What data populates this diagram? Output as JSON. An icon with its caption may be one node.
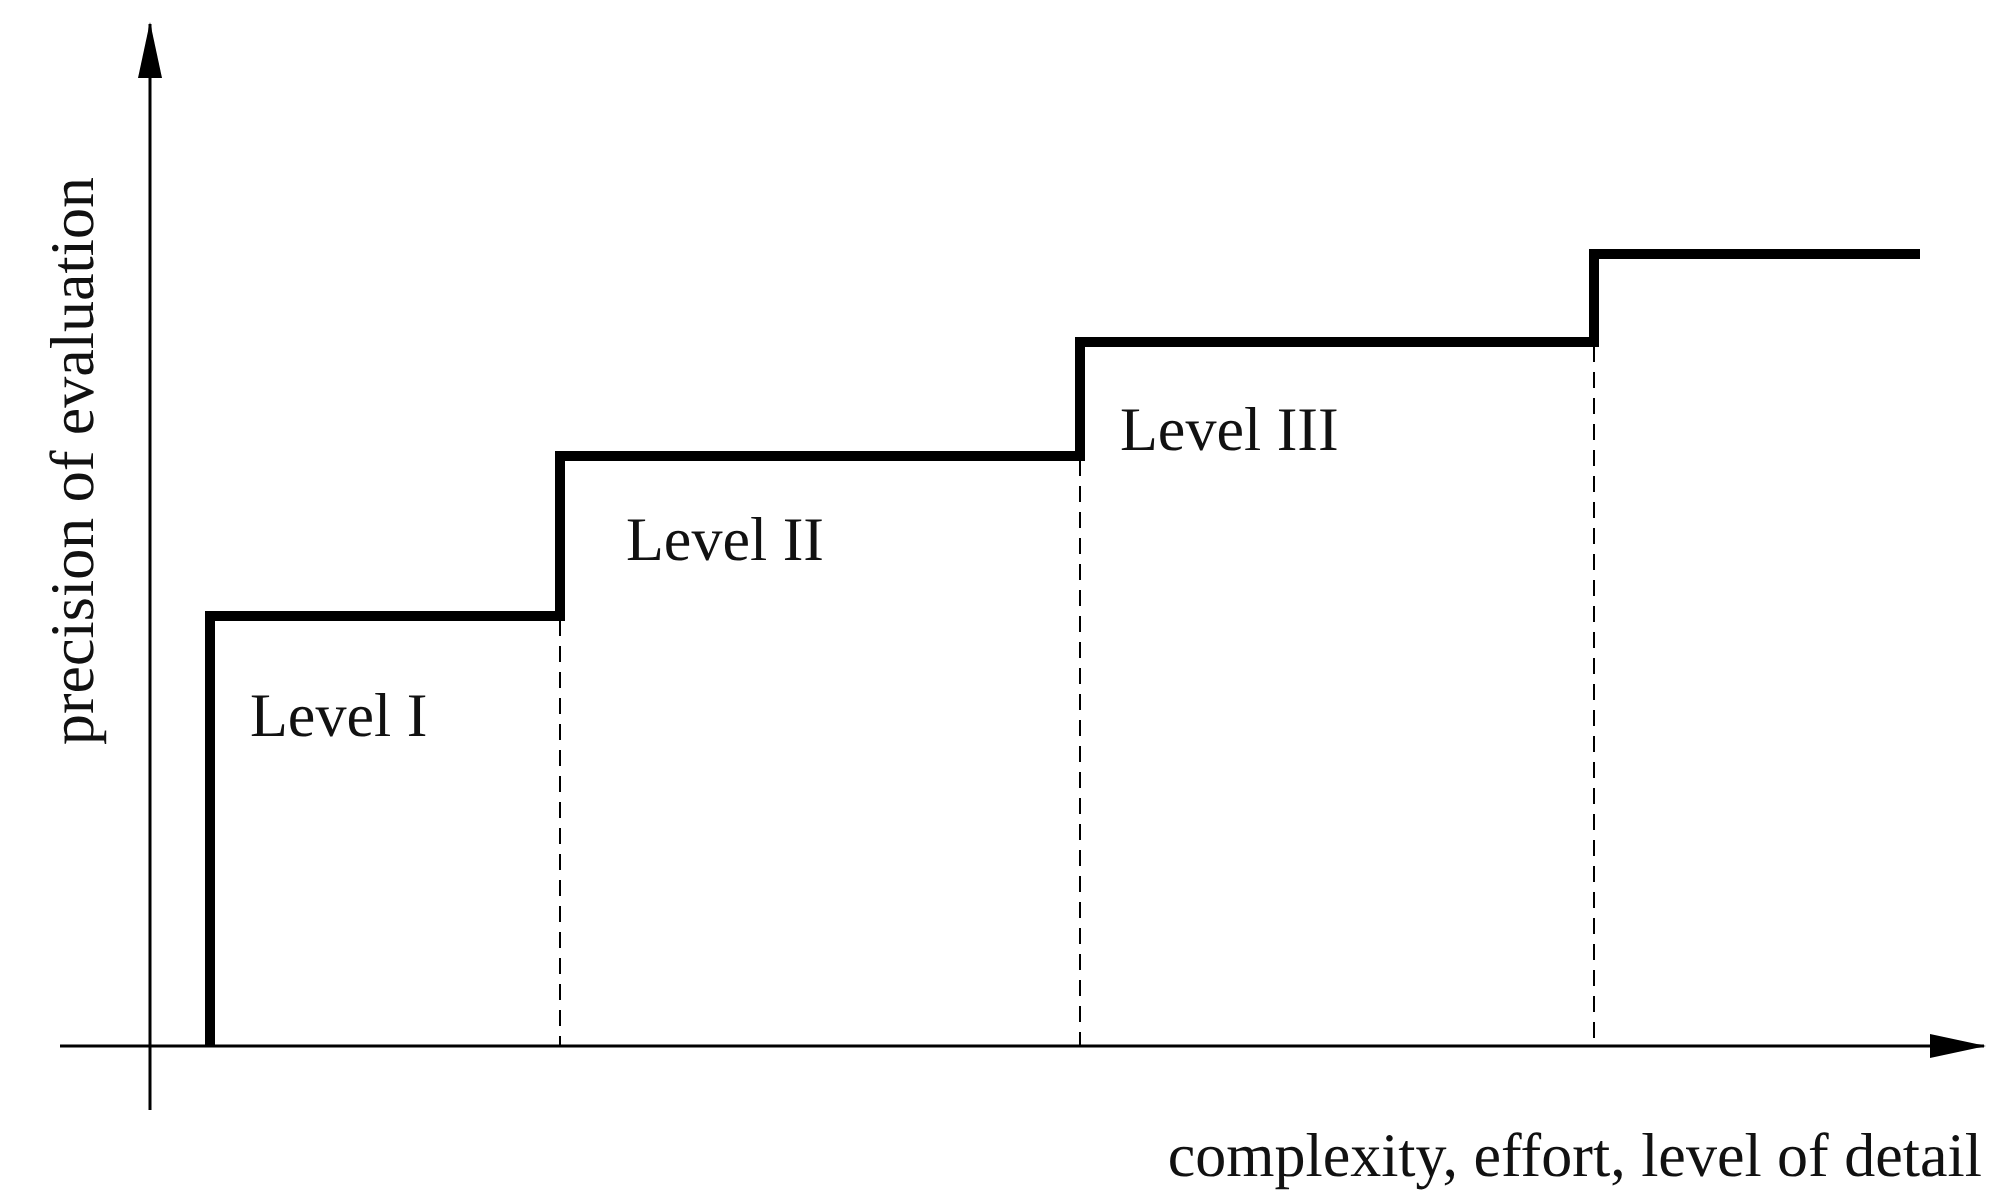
{
  "diagram": {
    "labels": [
      "precision of evaluation",
      "Level I",
      "Level II",
      "Level III",
      "complexity, effort, level of detail"
    ]
  }
}
